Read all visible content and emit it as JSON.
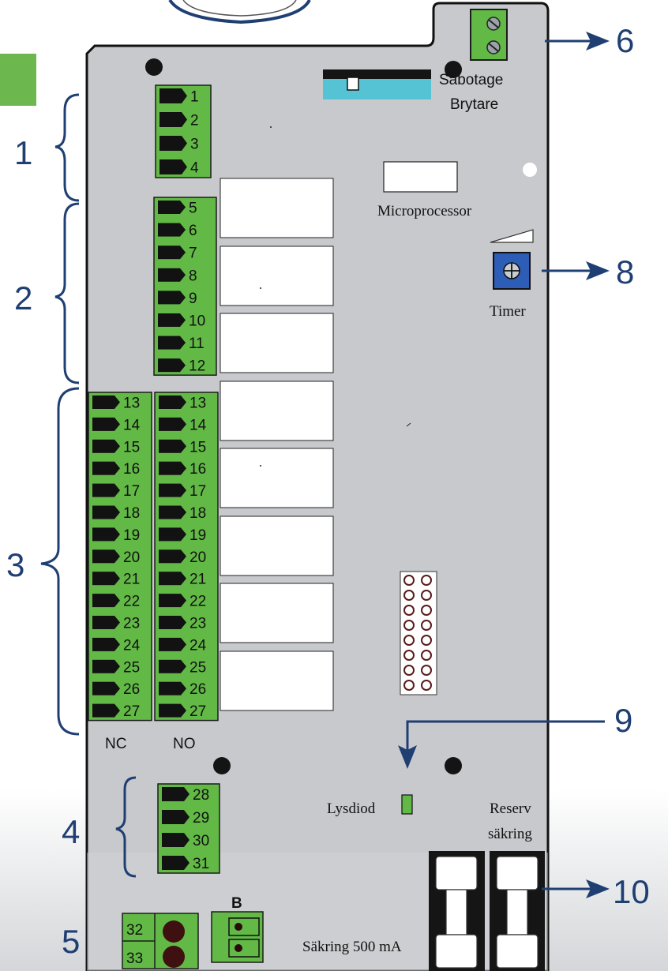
{
  "callouts": {
    "c1": "1",
    "c2": "2",
    "c3": "3",
    "c4": "4",
    "c5": "5",
    "c6": "6",
    "c8": "8",
    "c9": "9",
    "c10": "10"
  },
  "labels": {
    "sabotage_line1": "Sabotage",
    "sabotage_line2": "Brytare",
    "microprocessor": "Microprocessor",
    "timer": "Timer",
    "nc": "NC",
    "no": "NO",
    "lysdiod": "Lysdiod",
    "reserv_line1": "Reserv",
    "reserv_line2": "säkring",
    "sakring": "Säkring 500 mA",
    "b": "B"
  },
  "terminals": {
    "group1": [
      "1",
      "2",
      "3",
      "4"
    ],
    "group2": [
      "5",
      "6",
      "7",
      "8",
      "9",
      "10",
      "11",
      "12"
    ],
    "group3": [
      "13",
      "14",
      "15",
      "16",
      "17",
      "18",
      "19",
      "20",
      "21",
      "22",
      "23",
      "24",
      "25",
      "26",
      "27"
    ],
    "group4": [
      "28",
      "29",
      "30",
      "31"
    ],
    "group5": [
      "32",
      "33"
    ]
  },
  "colors": {
    "board": "#c8c9cd",
    "terminal_green": "#62b946",
    "callout_blue": "#1f3f73",
    "timer_blue": "#2e5db7",
    "switch_cyan": "#55c3d3"
  }
}
